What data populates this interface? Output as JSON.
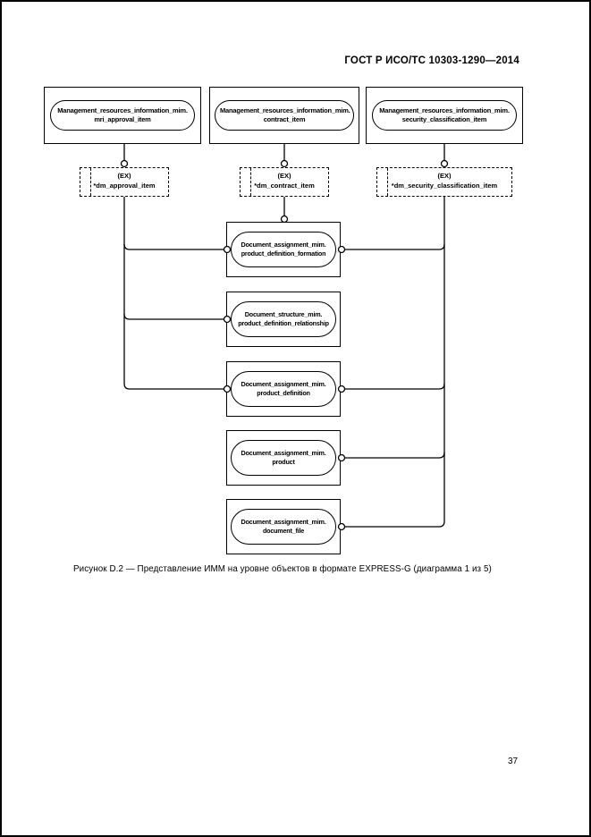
{
  "page": {
    "header": "ГОСТ Р ИСО/ТС 10303-1290—2014",
    "caption": "Рисунок D.2 — Представление ИММ на уровне объектов в формате EXPRESS-G (диаграмма 1 из 5)",
    "page_number": "37"
  },
  "diagram": {
    "type": "EXPRESS-G",
    "colors": {
      "ink": "#000000",
      "paper": "#ffffff"
    },
    "top_refs": [
      {
        "line1": "Management_resources_information_mim.",
        "line2": "mri_approval_item"
      },
      {
        "line1": "Management_resources_information_mim.",
        "line2": "contract_item"
      },
      {
        "line1": "Management_resources_information_mim.",
        "line2": "security_classification_item"
      }
    ],
    "ex_boxes": [
      {
        "tag": "(EX)",
        "name": "*dm_approval_item"
      },
      {
        "tag": "(EX)",
        "name": "*dm_contract_item"
      },
      {
        "tag": "(EX)",
        "name": "*dm_security_classification_item"
      }
    ],
    "entities": [
      {
        "line1": "Document_assignment_mim.",
        "line2": "product_definition_formation"
      },
      {
        "line1": "Document_structure_mim.",
        "line2": "product_definition_relationship"
      },
      {
        "line1": "Document_assignment_mim.",
        "line2": "product_definition"
      },
      {
        "line1": "Document_assignment_mim.",
        "line2": "product"
      },
      {
        "line1": "Document_assignment_mim.",
        "line2": "document_file"
      }
    ]
  }
}
